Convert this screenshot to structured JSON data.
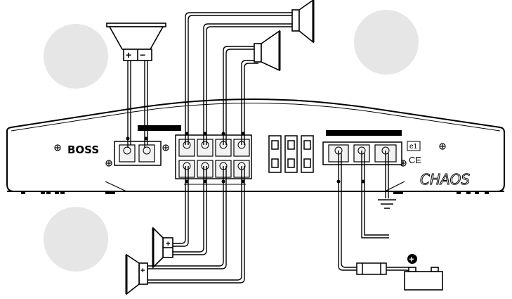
{
  "amplifier": {
    "brand_logo": "BOSS",
    "model_logo": "CHAOS",
    "cert_mark_e": "e1",
    "cert_mark_ce": "CE"
  },
  "speaker_polarity": {
    "plus": "+",
    "minus": "−"
  },
  "battery": {
    "positive_symbol": "+"
  },
  "colors": {
    "line": "#000000",
    "placeholder_circle": "#e6e6e6",
    "terminal_fill": "#f2f2f2"
  }
}
